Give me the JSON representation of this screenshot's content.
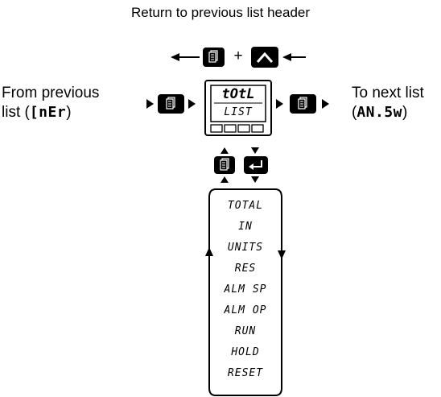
{
  "header": {
    "text": "Return to previous list header"
  },
  "combo": {
    "plus": "+"
  },
  "left_note": {
    "line1": "From previous",
    "line2_prefix": "list (",
    "code": "[nEr",
    "line2_suffix": ")"
  },
  "right_note": {
    "line1": "To next list",
    "prefix": "(",
    "code": "AN.5w",
    "suffix": ")"
  },
  "display": {
    "top": "tOtL",
    "bottom": "LIST"
  },
  "params": [
    "TOTAL",
    "IN",
    "UNITS",
    "RES",
    "ALM SP",
    "ALM OP",
    "RUN",
    "HOLD",
    "RESET"
  ],
  "icons": {
    "page_key": "page-key-icon",
    "up_key": "up-arrow-key-icon",
    "enter_key": "enter-key-icon"
  }
}
